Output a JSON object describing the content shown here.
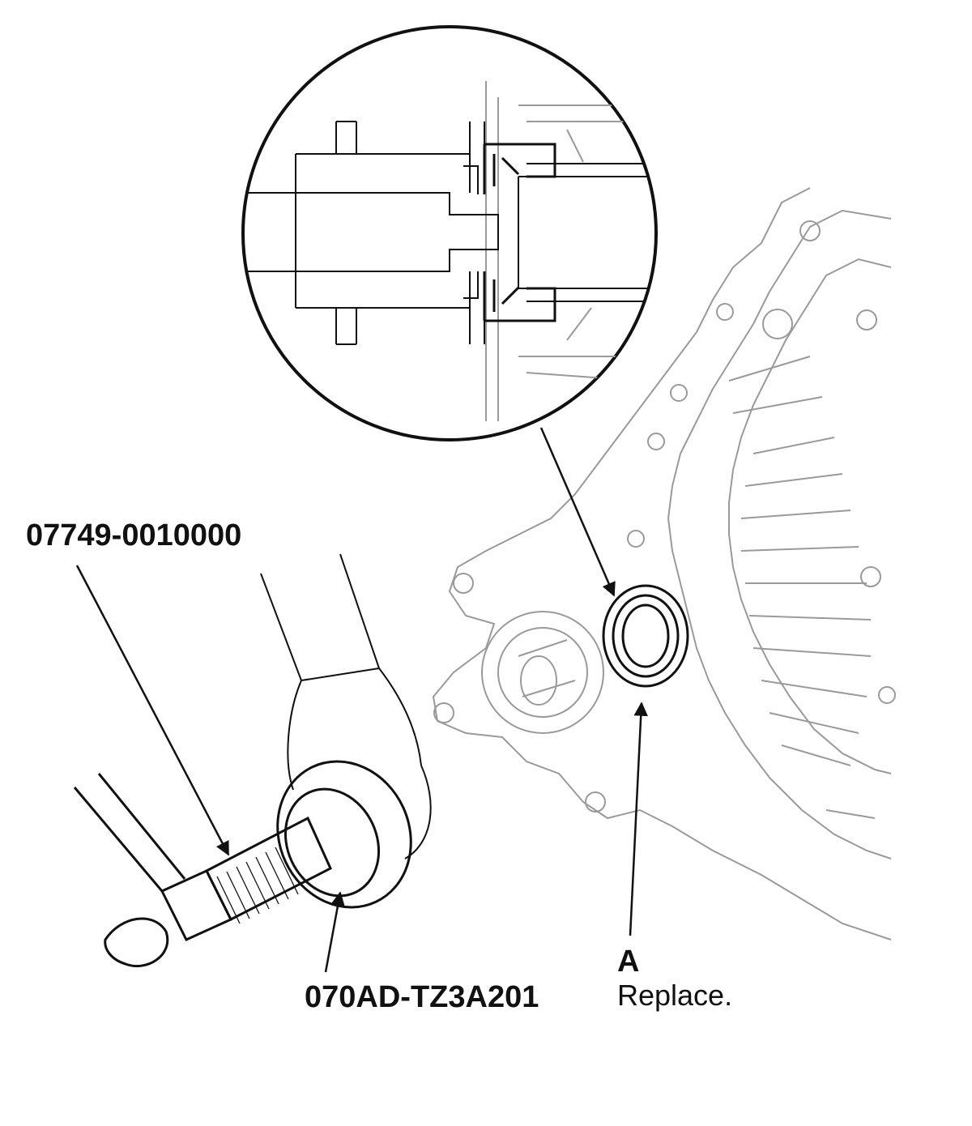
{
  "labels": {
    "tool_handle": "07749-0010000",
    "tool_driver": "070AD-TZ3A201",
    "part_letter": "A",
    "part_note": "Replace."
  },
  "colors": {
    "line": "#111111",
    "light_line": "#9a9a9a",
    "background": "#ffffff"
  }
}
